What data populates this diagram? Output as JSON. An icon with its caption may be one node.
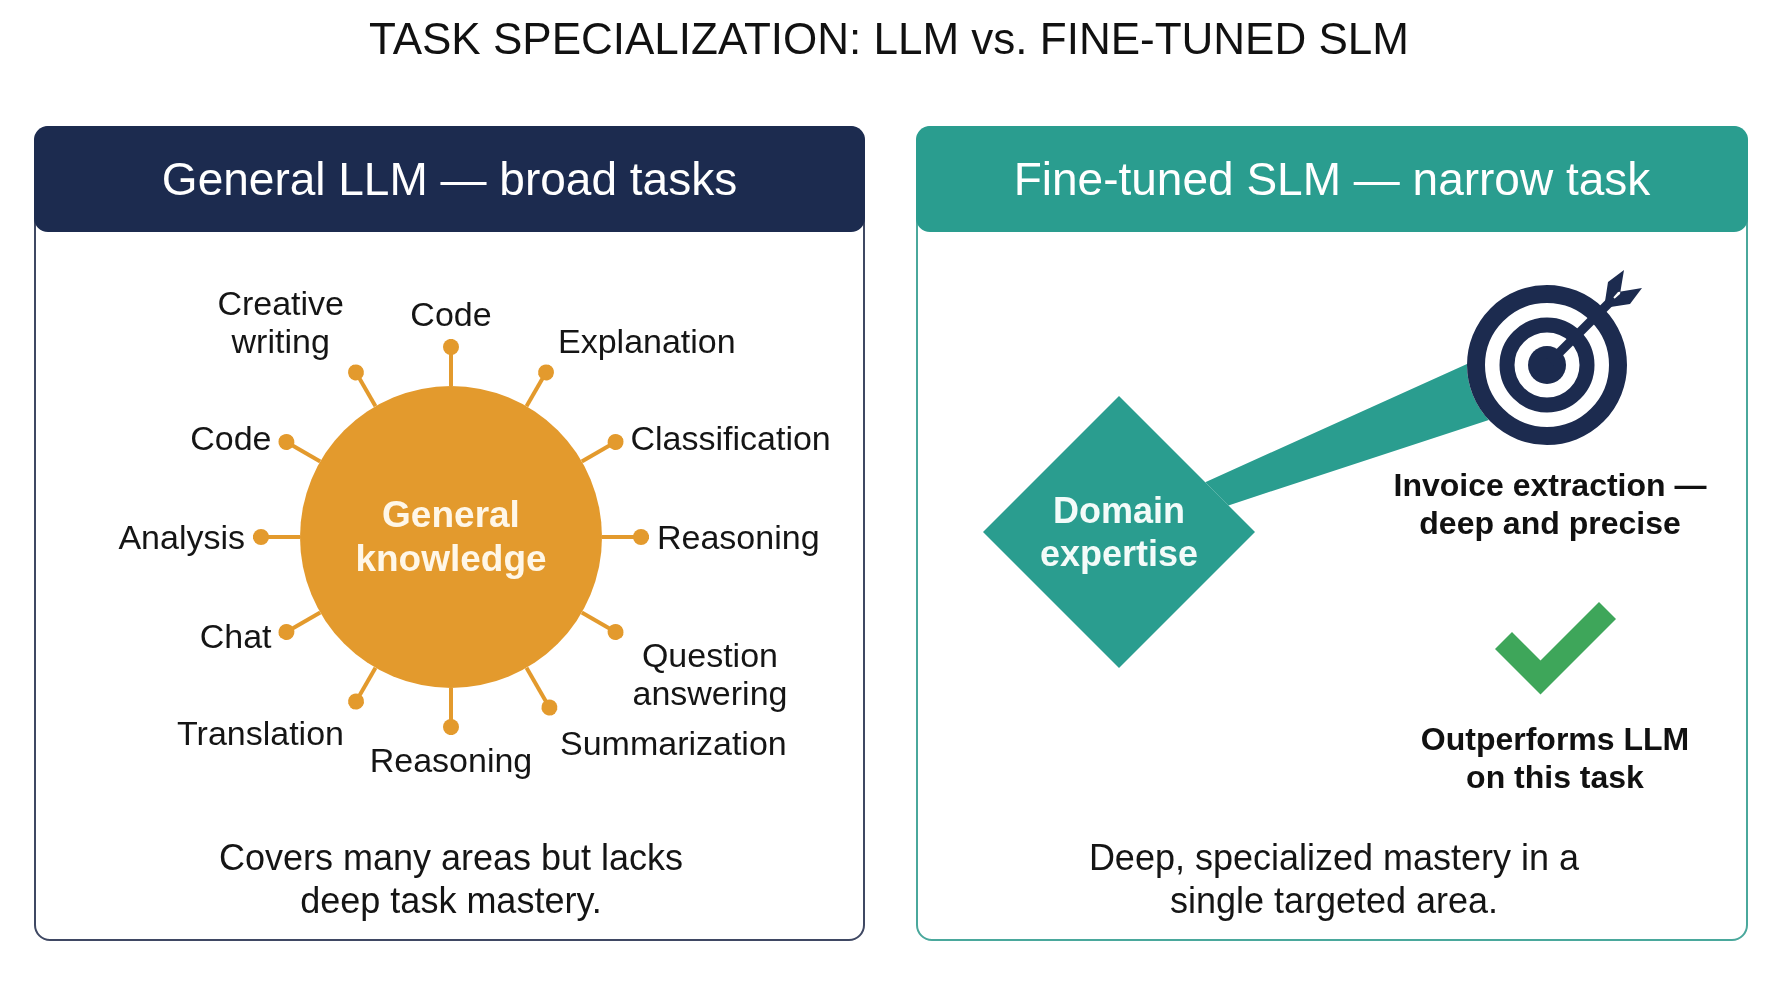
{
  "diagram": {
    "title": "TASK SPECIALIZATION: LLM vs. FINE-TUNED SLM",
    "nodes": [
      {
        "text": [
          "General LLM — broad tasks",
          "Covers many areas but lacks deep task mastery."
        ]
      },
      {
        "text": [
          "General knowledge"
        ],
        "in": 0
      },
      {
        "text": [
          "Creative writing"
        ],
        "in": 0
      },
      {
        "text": [
          "Code"
        ],
        "in": 0
      },
      {
        "text": [
          "Explanation"
        ],
        "in": 0
      },
      {
        "text": [
          "Code"
        ],
        "in": 0
      },
      {
        "text": [
          "Classification"
        ],
        "in": 0
      },
      {
        "text": [
          "Analysis"
        ],
        "in": 0
      },
      {
        "text": [
          "Reasoning"
        ],
        "in": 0
      },
      {
        "text": [
          "Chat"
        ],
        "in": 0
      },
      {
        "text": [
          "Question answering"
        ],
        "in": 0
      },
      {
        "text": [
          "Translation"
        ],
        "in": 0
      },
      {
        "text": [
          "Summarization"
        ],
        "in": 0
      },
      {
        "text": [
          "Reasoning"
        ],
        "in": 0
      },
      {
        "text": [
          "Fine-tuned SLM — narrow task",
          "Deep, specialized mastery in a single targeted area."
        ]
      },
      {
        "text": [
          "Domain expertise"
        ],
        "in": 14
      },
      {
        "text": [],
        "shape": "picture",
        "in": 14,
        "beside": [
          "Invoice extraction — deep and precise"
        ]
      }
    ],
    "edges": [
      {
        "from": 1,
        "to": 2,
        "arrow": "other"
      },
      {
        "from": 1,
        "to": 3,
        "arrow": "other"
      },
      {
        "from": 1,
        "to": 4,
        "arrow": "other"
      },
      {
        "from": 1,
        "to": 5,
        "arrow": "other"
      },
      {
        "from": 1,
        "to": 6,
        "arrow": "other"
      },
      {
        "from": 1,
        "to": 7,
        "arrow": "other"
      },
      {
        "from": 1,
        "to": 8,
        "arrow": "other"
      },
      {
        "from": 1,
        "to": 9,
        "arrow": "other"
      },
      {
        "from": 1,
        "to": 10,
        "arrow": "other"
      },
      {
        "from": 1,
        "to": 11,
        "arrow": "other"
      },
      {
        "from": 1,
        "to": 12,
        "arrow": "other"
      },
      {
        "from": 1,
        "to": 13,
        "arrow": "other"
      },
      {
        "from": 15,
        "to": 16,
        "arrow": "none",
        "style": "thick",
        "color": "#2a9d8f"
      }
    ],
    "labels": [
      "Outperforms LLM on this task"
    ]
  }
}
